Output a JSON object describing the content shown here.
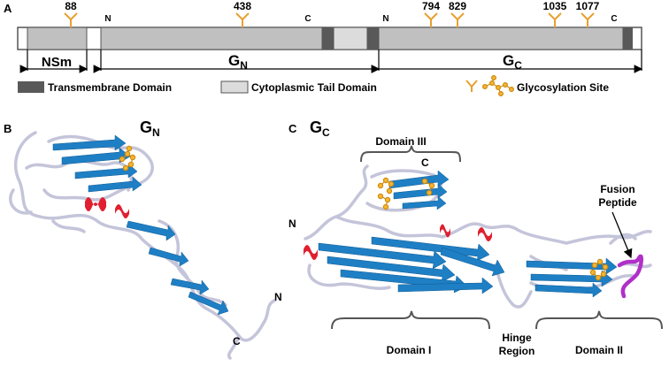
{
  "panel_a": {
    "label": "A",
    "glyco_sites": [
      "88",
      "438",
      "794",
      "829",
      "1035",
      "1077"
    ],
    "termini": {
      "gn_n": "N",
      "gn_c": "C",
      "gc_n": "N",
      "gc_c": "C"
    },
    "domains": {
      "nsm": "NSm",
      "gn_main": "G",
      "gn_sub": "N",
      "gc_main": "G",
      "gc_sub": "C"
    },
    "legend": {
      "transmembrane": "Transmembrane Domain",
      "cytoplasmic": "Cytoplasmic Tail Domain",
      "glycosylation": "Glycosylation Site"
    },
    "colors": {
      "bar": "#c0c0c0",
      "transmembrane": "#595959",
      "cytoplasmic": "#dcdcdc",
      "glycan": "#f0a830"
    }
  },
  "panel_b": {
    "label": "B",
    "title_main": "G",
    "title_sub": "N",
    "n_label": "N",
    "c_label": "C"
  },
  "panel_c": {
    "label": "C",
    "title_main": "G",
    "title_sub": "C",
    "domain3": "Domain III",
    "domain1": "Domain I",
    "domain2": "Domain II",
    "hinge_line1": "Hinge",
    "hinge_line2": "Region",
    "fusion_line1": "Fusion",
    "fusion_line2": "Peptide",
    "n_label": "N",
    "c_label": "C",
    "colors": {
      "strand": "#1f7fc4",
      "helix": "#e02030",
      "coil": "#c8c8dc",
      "fusion": "#b030c8"
    }
  }
}
